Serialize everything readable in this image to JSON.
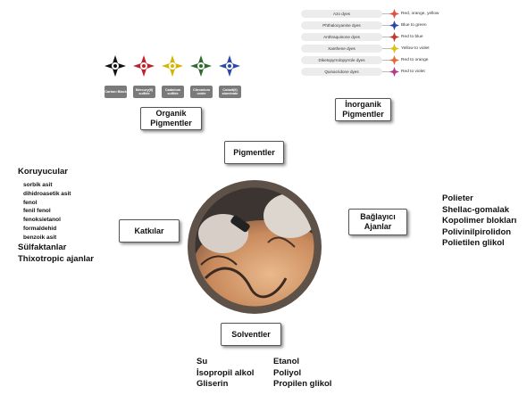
{
  "center": {
    "image": "tattoo-photo"
  },
  "nodes": {
    "organik": "Organik\nPigmentler",
    "inorganik": "İnorganik\nPigmentler",
    "pigmentler": "Pigmentler",
    "katkilar": "Katkılar",
    "baglayici": "Bağlayıcı\nAjanlar",
    "solventler": "Solventler"
  },
  "organic_pigments": [
    "Carbon Black",
    "Mercury(II) sulfide",
    "Cadmium sulfide",
    "Chromium oxide",
    "Cobalt(II) aluminate"
  ],
  "dyes": [
    {
      "name": "Azo dyes",
      "color": "Red, orange, yellow"
    },
    {
      "name": "Phthalocyanine dyes",
      "color": "Blue to green"
    },
    {
      "name": "Anthraquinone dyes",
      "color": "Red to blue"
    },
    {
      "name": "Xanthene dyes",
      "color": "Yellow to violet"
    },
    {
      "name": "Diketopyrrolopyrrole dyes",
      "color": "Red to orange"
    },
    {
      "name": "Quinacridone dyes",
      "color": "Red to violet"
    }
  ],
  "katkilar": {
    "koruyucular": "Koruyucular",
    "koruyucu_items": [
      "sorbik asit",
      "dihidroasetik asit",
      "fenol",
      "fenil fenol",
      "fenoksietanol",
      "formaldehid",
      "benzoik asit"
    ],
    "sulfaktanlar": "Sülfaktanlar",
    "thixotropic": "Thixotropic ajanlar"
  },
  "baglayici_items": [
    "Polieter",
    "Shellac-gomalak",
    "Kopolimer blokları",
    "Polivinilpirolidon",
    "Polietilen glikol"
  ],
  "solvent_col1": [
    "Su",
    "İsopropil alkol",
    "Gliserin"
  ],
  "solvent_col2": [
    "Etanol",
    "Poliyol",
    "Propilen glikol"
  ],
  "colors": {
    "dye_icons": [
      "#e0503c",
      "#2a4aa8",
      "#c0392b",
      "#d9c21a",
      "#e06a3a",
      "#b23a8a"
    ],
    "pigment_icons": [
      "#111111",
      "#c0202a",
      "#d4b400",
      "#2f6b2a",
      "#2a4aa8"
    ]
  }
}
